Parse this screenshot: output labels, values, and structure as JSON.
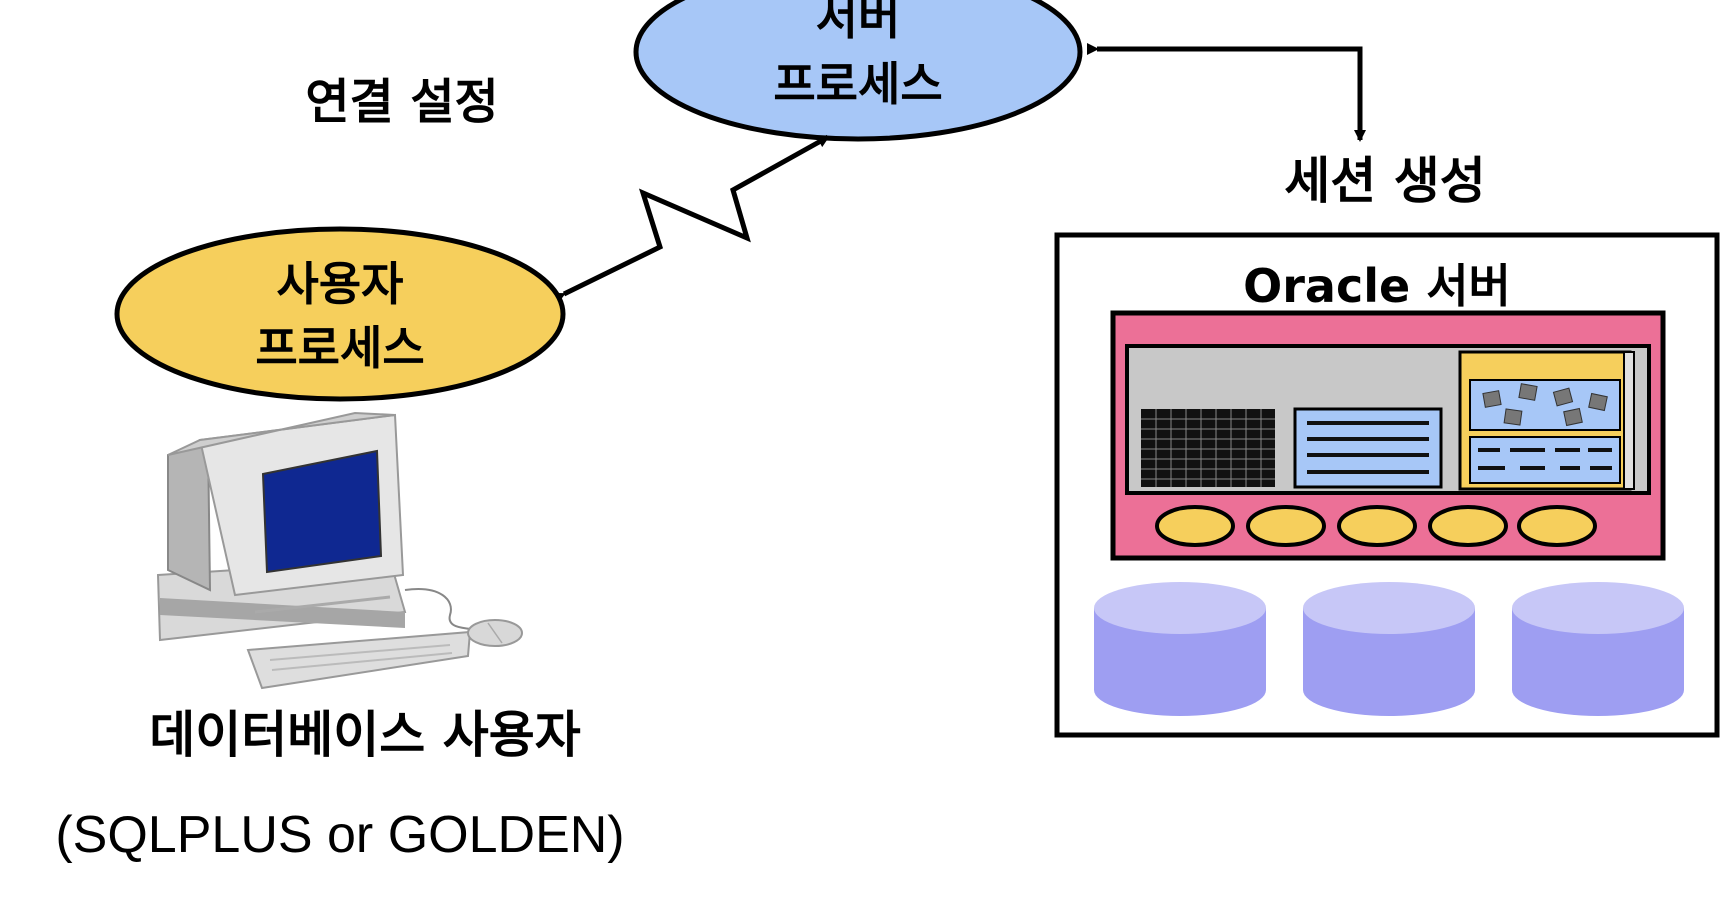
{
  "server_process": {
    "line1": "서버",
    "line2": "프로세스"
  },
  "connection_label": "연결 설정",
  "session_label": "세션 생성",
  "user_process": {
    "line1": "사용자",
    "line2": "프로세스"
  },
  "oracle_server": {
    "title": "Oracle 서버"
  },
  "db_user": {
    "label": "데이터베이스 사용자",
    "tools": "(SQLPLUS or GOLDEN)"
  },
  "colors": {
    "server_process_fill": "#a7c7f7",
    "user_process_fill": "#f6cf5c",
    "instance_fill": "#ec7097",
    "datafile_fill": "#9e9ef2",
    "monitor_screen": "#0f2891"
  },
  "icons": [
    "computer-icon",
    "server-icon",
    "disk-icon"
  ]
}
